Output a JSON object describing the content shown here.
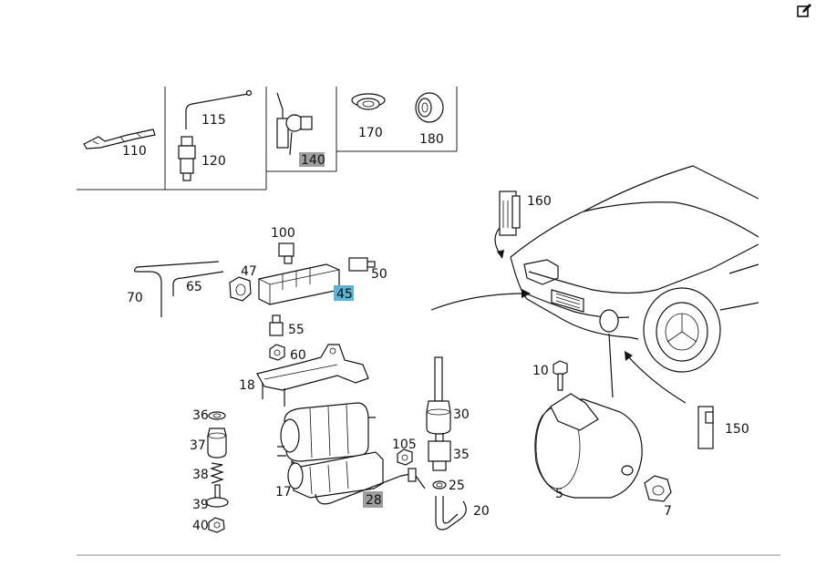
{
  "toolbar": {
    "edit_icon": "edit-icon"
  },
  "labels": {
    "p110": "110",
    "p115": "115",
    "p120": "120",
    "p140": "140",
    "p170": "170",
    "p180": "180",
    "p160": "160",
    "p100": "100",
    "p70": "70",
    "p65": "65",
    "p47": "47",
    "p50": "50",
    "p45": "45",
    "p55": "55",
    "p60": "60",
    "p18": "18",
    "p10": "10",
    "p150": "150",
    "p36": "36",
    "p37": "37",
    "p38": "38",
    "p39": "39",
    "p40": "40",
    "p17": "17",
    "p28": "28",
    "p105": "105",
    "p30": "30",
    "p35": "35",
    "p25": "25",
    "p20": "20",
    "p5": "5",
    "p7": "7"
  },
  "highlight_colors": {
    "selected": "#5ab4d6",
    "secondary": "#9e9e9e"
  }
}
